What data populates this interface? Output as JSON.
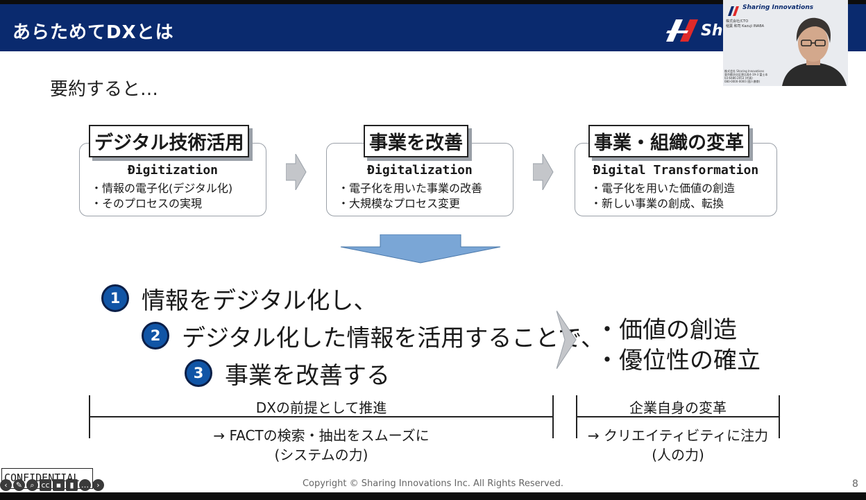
{
  "header": {
    "title": "あらためてDXとは",
    "logo_text": "Sh"
  },
  "video": {
    "brand": "Sharing Innovations",
    "name_line": "株式会社/CTO",
    "person_line": "稲葉 和司 Kazuji INABA",
    "address_line1": "株式会社 Sharing Innovations",
    "address_line2": "東京都渋谷区恵比寿4-19-3 富士本",
    "address_line3": "03-6486-2053 (代表)",
    "address_line4": "080-0000-0000 (個人携帯)"
  },
  "summary": "要約すると…",
  "stages": [
    {
      "label": "デジタル技術活用",
      "english": "Ðigitization",
      "bullets": [
        "・情報の電子化(デジタル化)",
        "・そのプロセスの実現"
      ]
    },
    {
      "label": "事業を改善",
      "english": "Ðigitalization",
      "bullets": [
        "・電子化を用いた事業の改善",
        "・大規模なプロセス変更"
      ]
    },
    {
      "label": "事業・組織の変革",
      "english": "Ðigital Transformation",
      "bullets": [
        "・電子化を用いた価値の創造",
        "・新しい事業の創成、転換"
      ]
    }
  ],
  "steps": [
    {
      "num": "1",
      "text": "情報をデジタル化し、"
    },
    {
      "num": "2",
      "text": "デジタル化した情報を活用することで、"
    },
    {
      "num": "3",
      "text": "事業を改善する"
    }
  ],
  "results": [
    "・価値の創造",
    "・優位性の確立"
  ],
  "bracket_left": {
    "title": "DXの前提として推進",
    "line1": "→ FACTの検索・抽出をスムーズに",
    "line2": "(システムの力)"
  },
  "bracket_right": {
    "title": "企業自身の変革",
    "line1": "→ クリエイティビティに注力",
    "line2": "(人の力)"
  },
  "footer": {
    "confidential": "CONFIDENTIAL",
    "copyright": "Copyright © Sharing Innovations Inc. All Rights Reserved.",
    "page": "8"
  },
  "colors": {
    "header_bg": "#0a2a6e",
    "circle_fill": "#1155a6",
    "arrow_blue": "#7aa6d6",
    "arrow_gray": "#c4c6ca"
  },
  "toolbar_icons": [
    "prev-icon",
    "pen-icon",
    "zoom-icon",
    "captions-icon",
    "screen-icon",
    "mic-icon",
    "more-icon",
    "next-icon"
  ]
}
